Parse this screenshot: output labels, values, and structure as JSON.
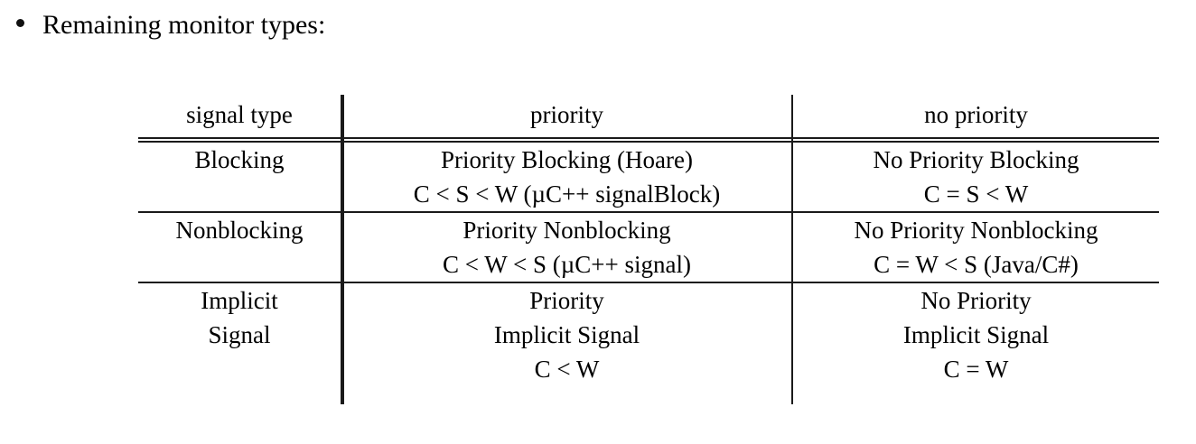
{
  "slide": {
    "bullet": {
      "marker": "bullet-dot",
      "text": "Remaining monitor types:"
    }
  },
  "table": {
    "headers": [
      "signal type",
      "priority",
      "no priority"
    ],
    "rows": [
      {
        "signal_type": [
          "Blocking"
        ],
        "priority": [
          "Priority Blocking (Hoare)",
          "C < S < W (µC++ signalBlock)"
        ],
        "no_priority": [
          "No Priority Blocking",
          "C = S < W"
        ]
      },
      {
        "signal_type": [
          "Nonblocking"
        ],
        "priority": [
          "Priority Nonblocking",
          "C < W < S (µC++ signal)"
        ],
        "no_priority": [
          "No Priority Nonblocking",
          "C = W < S (Java/C#)"
        ]
      },
      {
        "signal_type": [
          "Implicit",
          "Signal"
        ],
        "priority": [
          "Priority",
          "Implicit Signal",
          "C < W"
        ],
        "no_priority": [
          "No Priority",
          "Implicit Signal",
          "C = W"
        ]
      }
    ]
  },
  "style": {
    "ink": "#1a1a1a",
    "background": "#ffffff"
  }
}
